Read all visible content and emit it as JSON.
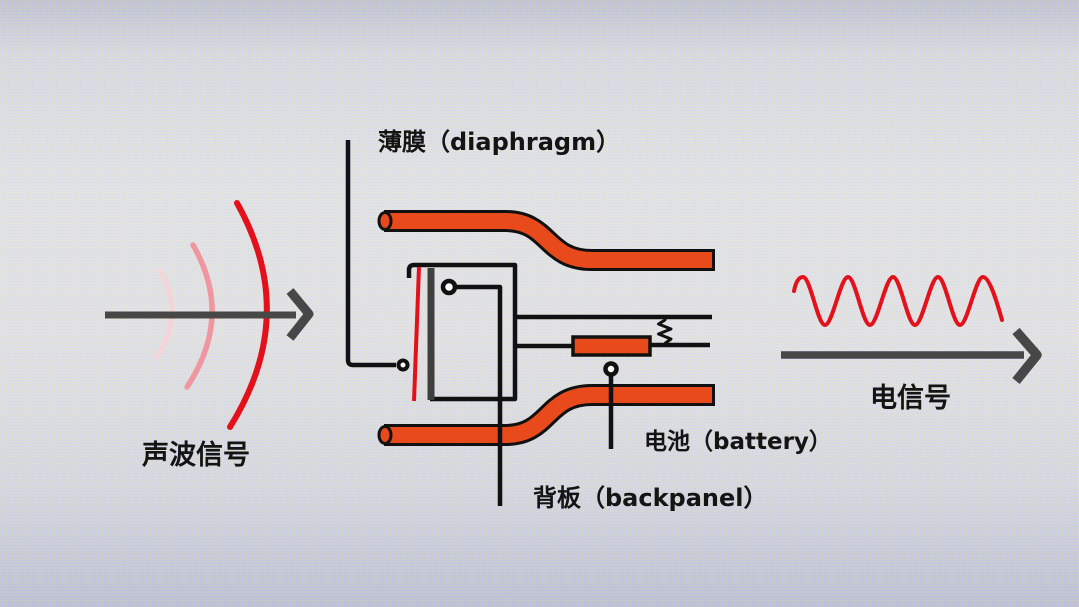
{
  "diagram_title": "condenser-microphone-principle",
  "labels": {
    "diaphragm": "薄膜（diaphragm）",
    "sound_signal": "声波信号",
    "battery": "电池（battery）",
    "backpanel": "背板（backpanel）",
    "electric_signal": "电信号"
  },
  "colors": {
    "housing_orange": "#e84a1b",
    "signal_red": "#e2111c",
    "wave_pink_mid": "#ef96a0",
    "wave_pink_faint": "#f4d4d9",
    "arrow_gray": "#474747",
    "wire_black": "#111111",
    "backplate_gray": "#3f3f3f",
    "background_light": "#eef0f2",
    "background_edge": "#c4c9dd"
  }
}
